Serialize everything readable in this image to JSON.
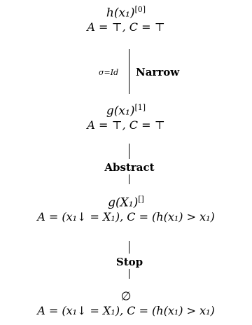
{
  "nodes": [
    {
      "head": "h(x₁)",
      "sup": "[0]",
      "cond": "A = ⊤,  C = ⊤"
    },
    {
      "head": "g(x₁)",
      "sup": "[1]",
      "cond": "A = ⊤,  C = ⊤"
    },
    {
      "head": "g(X₁)",
      "sup": "[]",
      "cond": "A = (x₁↓ = X₁),  C = (h(x₁) > x₁)"
    },
    {
      "head": "∅",
      "sup": "",
      "cond": "A = (x₁↓ = X₁),  C = (h(x₁) > x₁)"
    }
  ],
  "edges": [
    {
      "label": "Narrow",
      "subst": "σ=Id"
    },
    {
      "label": "Abstract",
      "subst": ""
    },
    {
      "label": "Stop",
      "subst": ""
    }
  ]
}
